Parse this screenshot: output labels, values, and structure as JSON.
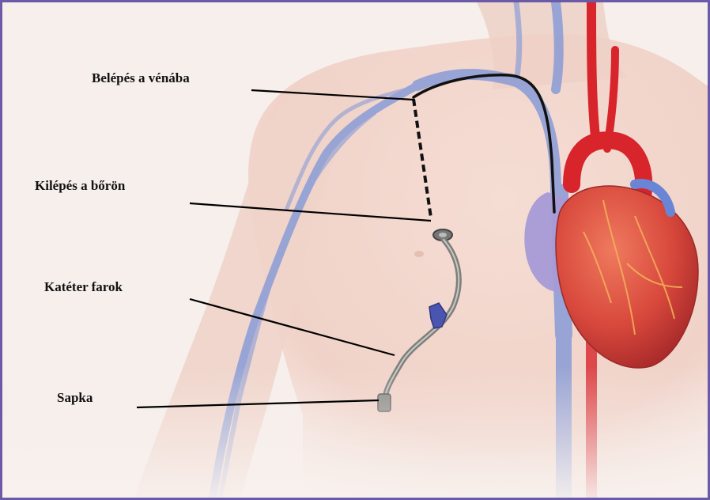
{
  "labels": {
    "vein_entry": "Belépés a vénába",
    "skin_exit": "Kilépés a bőrön",
    "catheter_tail": "Katéter farok",
    "cap": "Sapka"
  },
  "colors": {
    "frame": "#6a5aa8",
    "skin": "#f2d8cf",
    "vein": "#8f9fd6",
    "artery": "#d8242b",
    "heart": "#d9534a",
    "catheter": "#8a8a86",
    "clamp": "#4a55b0",
    "leader": "#000000"
  }
}
